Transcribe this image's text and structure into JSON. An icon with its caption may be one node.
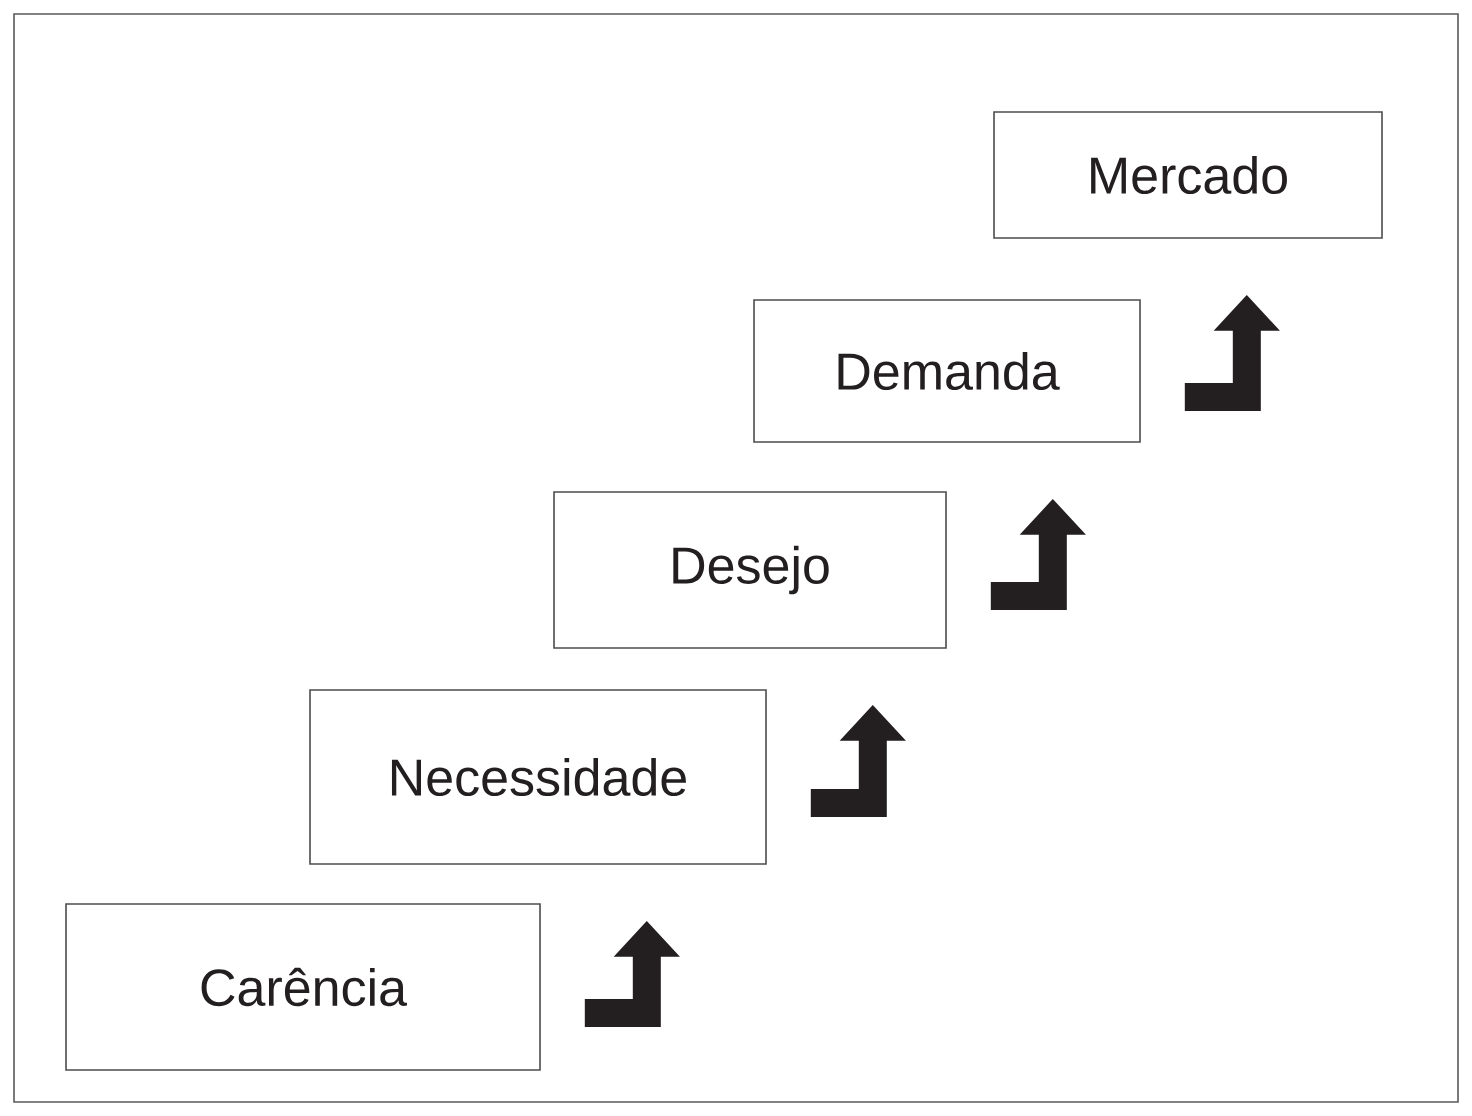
{
  "diagram": {
    "nodes": [
      {
        "text": [
          "Carência"
        ]
      },
      {
        "text": [
          "Necessidade"
        ]
      },
      {
        "text": [
          "Desejo"
        ]
      },
      {
        "text": [
          "Demanda"
        ]
      },
      {
        "text": [
          "Mercado"
        ]
      }
    ],
    "edges": [
      {
        "from": 0,
        "to": 1,
        "arrow": "to"
      },
      {
        "from": 1,
        "to": 2,
        "arrow": "to"
      },
      {
        "from": 2,
        "to": 3,
        "arrow": "to"
      },
      {
        "from": 3,
        "to": 4,
        "arrow": "to"
      }
    ]
  }
}
